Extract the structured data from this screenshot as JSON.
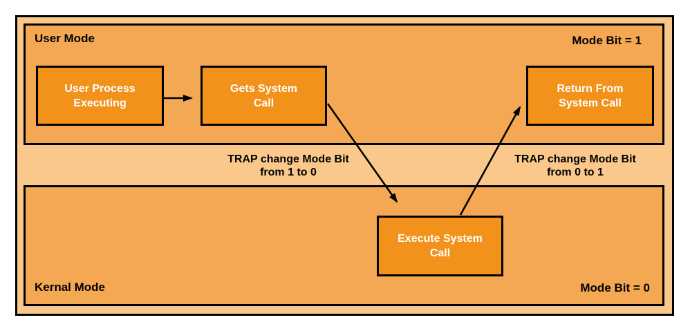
{
  "colors": {
    "outer_fill": "#FBC88C",
    "band_fill": "#F5A854",
    "node_fill": "#F2921B",
    "border": "#000000",
    "node_text": "#FFFFFF",
    "label_text": "#000000"
  },
  "regions": {
    "user": {
      "label": "User Mode",
      "mode_bit": "Mode Bit = 1"
    },
    "kernel": {
      "label": "Kernal Mode",
      "mode_bit": "Mode Bit = 0"
    }
  },
  "nodes": {
    "user_process": "User Process\nExecuting",
    "gets_call": "Gets System\nCall",
    "return_call": "Return From\nSystem Call",
    "execute_call": "Execute System\nCall"
  },
  "annotations": {
    "trap_down": "TRAP change Mode Bit\nfrom 1 to 0",
    "trap_up": "TRAP change Mode Bit\nfrom 0 to 1"
  },
  "diagram": {
    "type": "flow",
    "edges": [
      {
        "from": "user_process",
        "to": "gets_call",
        "label": ""
      },
      {
        "from": "gets_call",
        "to": "execute_call",
        "label": "TRAP change Mode Bit from 1 to 0"
      },
      {
        "from": "execute_call",
        "to": "return_call",
        "label": "TRAP change Mode Bit from 0 to 1"
      }
    ]
  }
}
